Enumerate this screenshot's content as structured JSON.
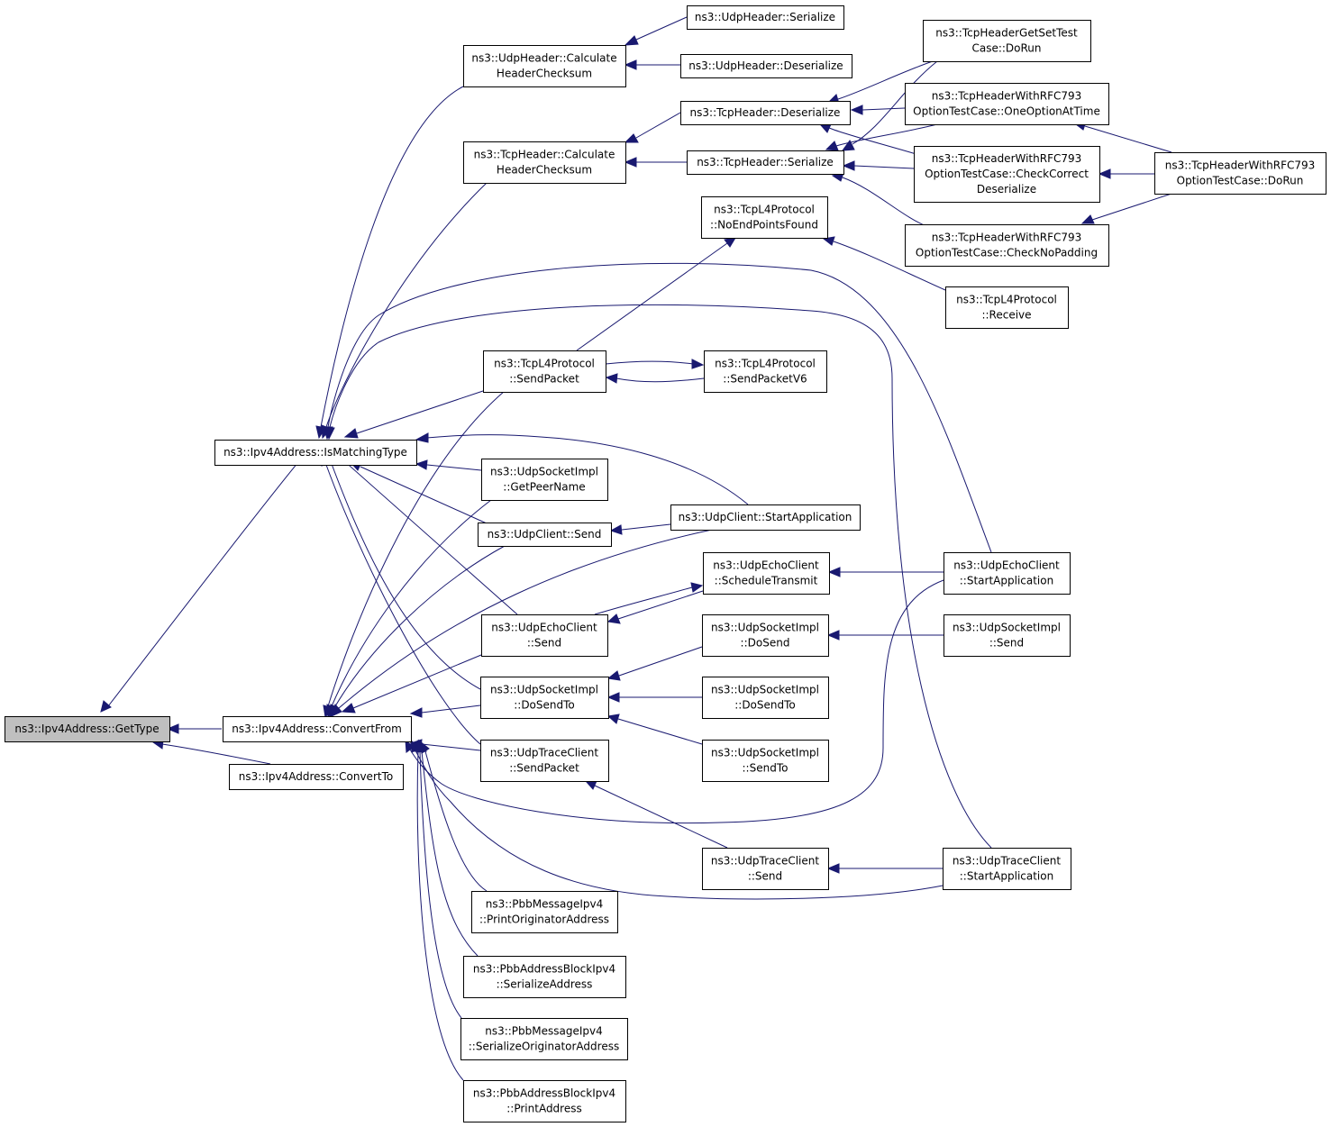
{
  "diagram": {
    "nodes": {
      "gettype": [
        "ns3::Ipv4Address::GetType"
      ],
      "ismatching": [
        "ns3::Ipv4Address::IsMatchingType"
      ],
      "convertfrom": [
        "ns3::Ipv4Address::ConvertFrom"
      ],
      "convertto": [
        "ns3::Ipv4Address::ConvertTo"
      ],
      "udphcalc": [
        "ns3::UdpHeader::Calculate",
        "HeaderChecksum"
      ],
      "udphser": [
        "ns3::UdpHeader::Serialize"
      ],
      "udphdeser": [
        "ns3::UdpHeader::Deserialize"
      ],
      "tcphcalc": [
        "ns3::TcpHeader::Calculate",
        "HeaderChecksum"
      ],
      "tcphdeser": [
        "ns3::TcpHeader::Deserialize"
      ],
      "tcphser": [
        "ns3::TcpHeader::Serialize"
      ],
      "tcpgetset": [
        "ns3::TcpHeaderGetSetTest",
        "Case::DoRun"
      ],
      "rfconeopt": [
        "ns3::TcpHeaderWithRFC793",
        "OptionTestCase::OneOptionAtTime"
      ],
      "rfccheckcorrect": [
        "ns3::TcpHeaderWithRFC793",
        "OptionTestCase::CheckCorrect",
        "Deserialize"
      ],
      "rfcnopad": [
        "ns3::TcpHeaderWithRFC793",
        "OptionTestCase::CheckNoPadding"
      ],
      "rfcdorun": [
        "ns3::TcpHeaderWithRFC793",
        "OptionTestCase::DoRun"
      ],
      "tcpl4noend": [
        "ns3::TcpL4Protocol",
        "::NoEndPointsFound"
      ],
      "tcpl4recv": [
        "ns3::TcpL4Protocol",
        "::Receive"
      ],
      "tcpl4send": [
        "ns3::TcpL4Protocol",
        "::SendPacket"
      ],
      "tcpl4send6": [
        "ns3::TcpL4Protocol",
        "::SendPacketV6"
      ],
      "udpsockpeer": [
        "ns3::UdpSocketImpl",
        "::GetPeerName"
      ],
      "udpclisend": [
        "ns3::UdpClient::Send"
      ],
      "udpclistart": [
        "ns3::UdpClient::StartApplication"
      ],
      "echosched": [
        "ns3::UdpEchoClient",
        "::ScheduleTransmit"
      ],
      "echosend": [
        "ns3::UdpEchoClient",
        "::Send"
      ],
      "echostart": [
        "ns3::UdpEchoClient",
        "::StartApplication"
      ],
      "sockdosend": [
        "ns3::UdpSocketImpl",
        "::DoSend"
      ],
      "socksend": [
        "ns3::UdpSocketImpl",
        "::Send"
      ],
      "sockdosendto": [
        "ns3::UdpSocketImpl",
        "::DoSendTo"
      ],
      "sockdosendto2": [
        "ns3::UdpSocketImpl",
        "::DoSendTo"
      ],
      "socksendto": [
        "ns3::UdpSocketImpl",
        "::SendTo"
      ],
      "tracesendpkt": [
        "ns3::UdpTraceClient",
        "::SendPacket"
      ],
      "tracesend": [
        "ns3::UdpTraceClient",
        "::Send"
      ],
      "tracestart": [
        "ns3::UdpTraceClient",
        "::StartApplication"
      ],
      "pbbprintorig": [
        "ns3::PbbMessageIpv4",
        "::PrintOriginatorAddress"
      ],
      "pbbserialaddr": [
        "ns3::PbbAddressBlockIpv4",
        "::SerializeAddress"
      ],
      "pbbserialorig": [
        "ns3::PbbMessageIpv4",
        "::SerializeOriginatorAddress"
      ],
      "pbbprintaddr": [
        "ns3::PbbAddressBlockIpv4",
        "::PrintAddress"
      ]
    }
  }
}
